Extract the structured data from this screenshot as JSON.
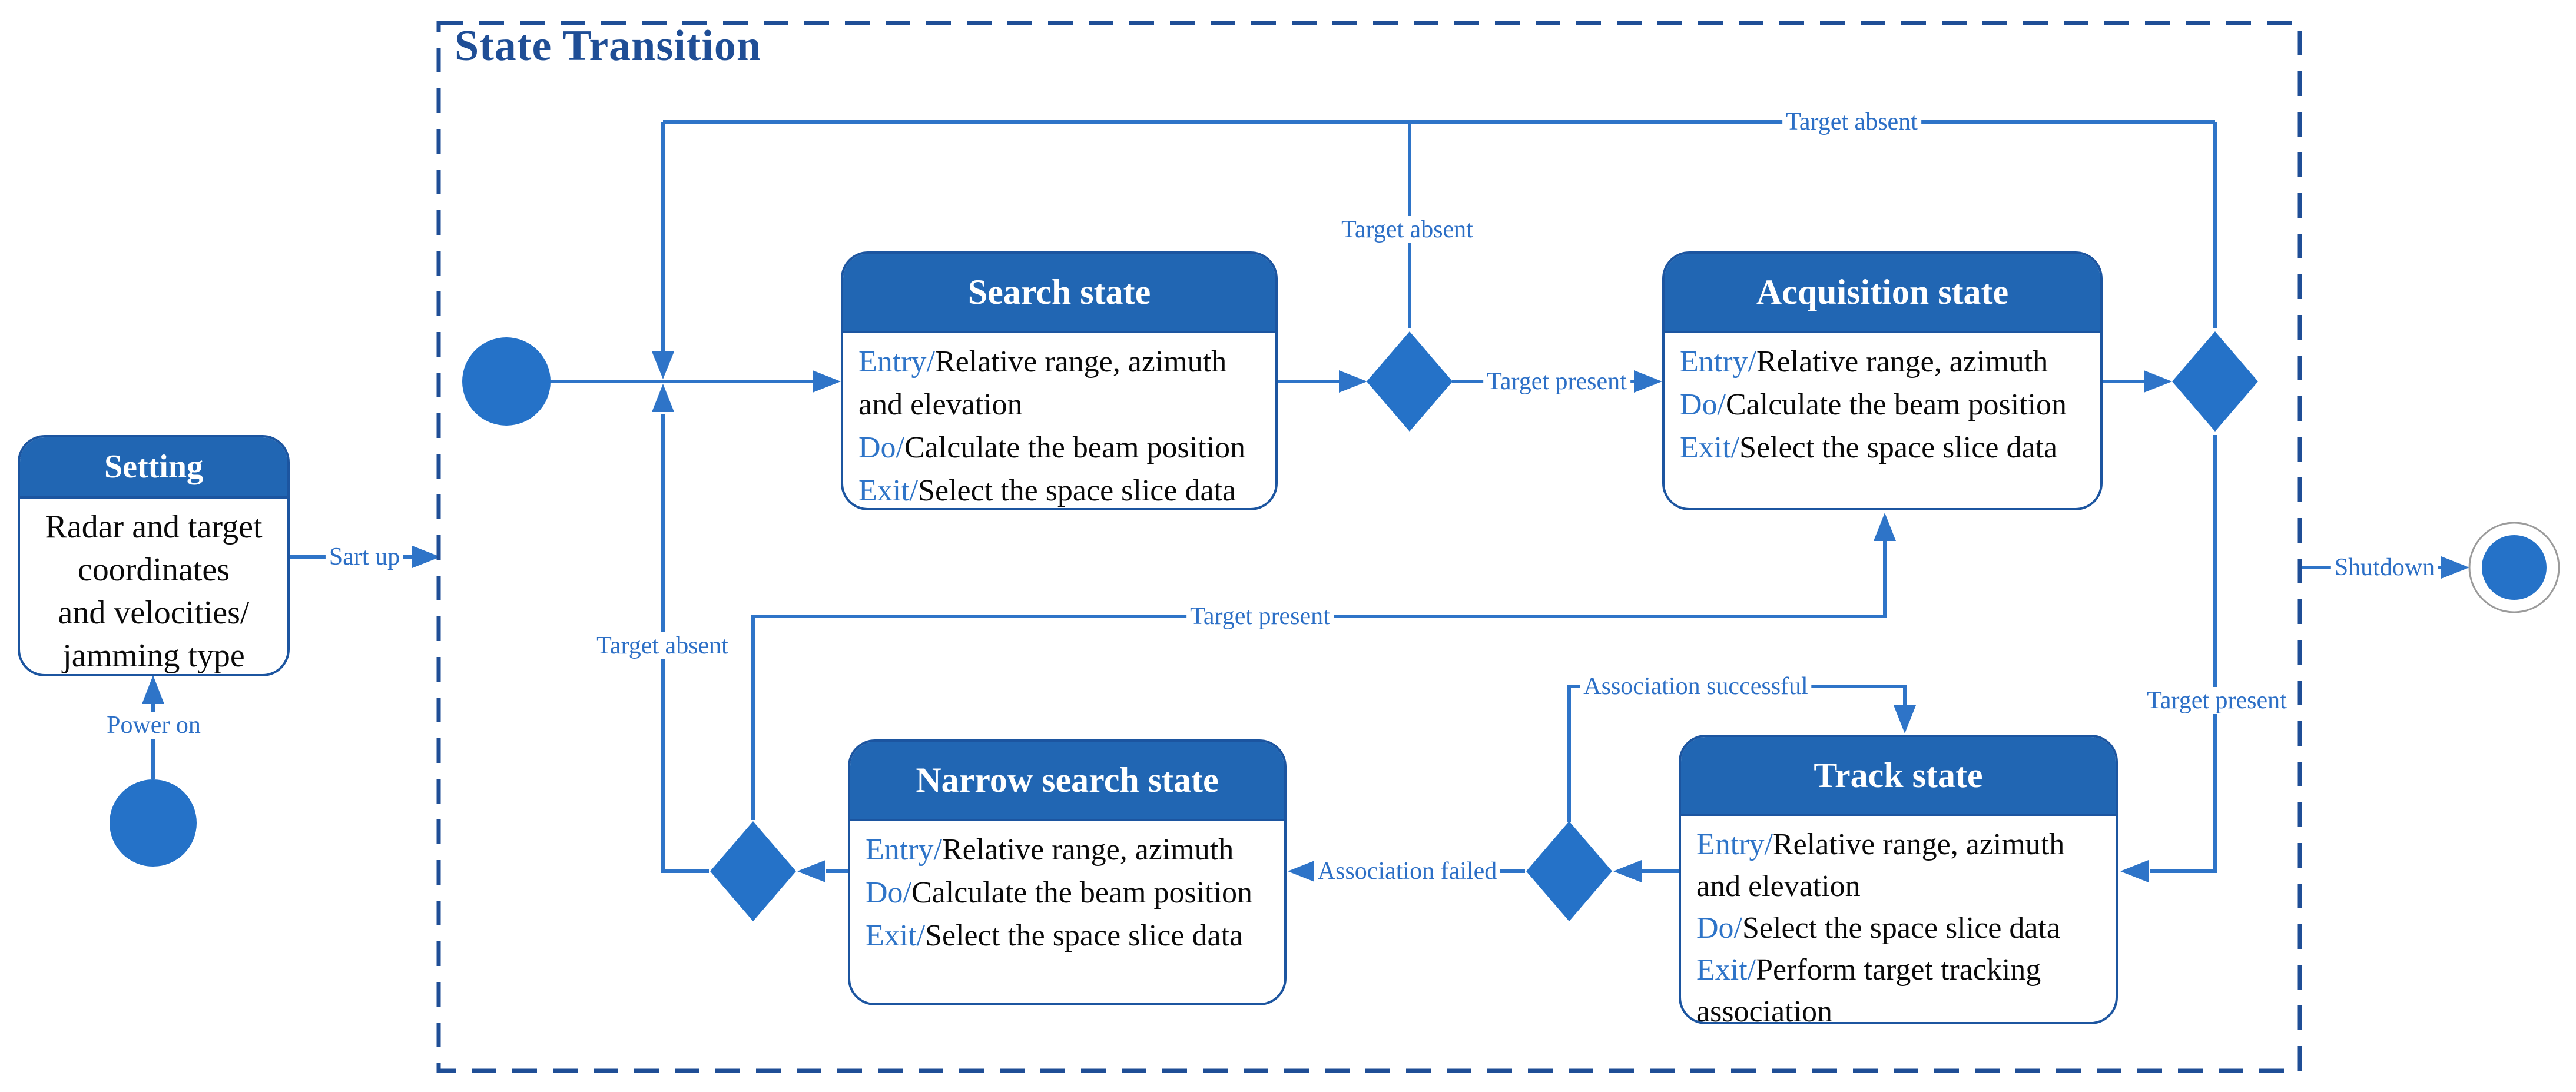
{
  "diagram_title": "State Transition",
  "colors": {
    "header_blue": "#2166B3",
    "shape_blue": "#2572C8",
    "line_blue": "#2E74C8",
    "border_blue": "#1C55A0",
    "navy_title": "#1F4E96",
    "label_blue": "#2C6FC6",
    "body_text": "#0A0A0A",
    "final_ring_gray": "#9B9B9B"
  },
  "setting": {
    "title": "Setting",
    "lines": [
      "Radar and target",
      "coordinates",
      "and velocities/",
      "jamming type"
    ]
  },
  "states": [
    {
      "id": "search",
      "title": "Search state",
      "items": [
        {
          "key": "Entry/",
          "text": "Relative range, azimuth and elevation"
        },
        {
          "key": "Do/",
          "text": "Calculate the beam position"
        },
        {
          "key": "Exit/",
          "text": "Select the space slice data"
        }
      ]
    },
    {
      "id": "acquisition",
      "title": "Acquisition state",
      "items": [
        {
          "key": "Entry/",
          "text": "Relative range, azimuth"
        },
        {
          "key": "Do/",
          "text": "Calculate the beam position"
        },
        {
          "key": "Exit/",
          "text": "Select the space slice data"
        }
      ]
    },
    {
      "id": "narrow-search",
      "title": "Narrow search state",
      "items": [
        {
          "key": "Entry/",
          "text": "Relative range, azimuth"
        },
        {
          "key": "Do/",
          "text": "Calculate the beam position"
        },
        {
          "key": "Exit/",
          "text": "Select the space slice data"
        }
      ]
    },
    {
      "id": "track",
      "title": "Track state",
      "items": [
        {
          "key": "Entry/",
          "text": "Relative range, azimuth and elevation"
        },
        {
          "key": "Do/",
          "text": "Select the space slice data"
        },
        {
          "key": "Exit/",
          "text": "Perform target tracking association"
        }
      ]
    }
  ],
  "transitions": {
    "power_on": "Power on",
    "sart_up": "Sart up",
    "shutdown": "Shutdown",
    "target_absent_top": "Target absent",
    "target_absent_search": "Target absent",
    "target_absent_narrow": "Target absent",
    "target_present_acquisition": "Target present",
    "target_present_narrow": "Target present",
    "target_present_track": "Target present",
    "association_successful": "Association successful",
    "association_failed": "Association failed"
  }
}
